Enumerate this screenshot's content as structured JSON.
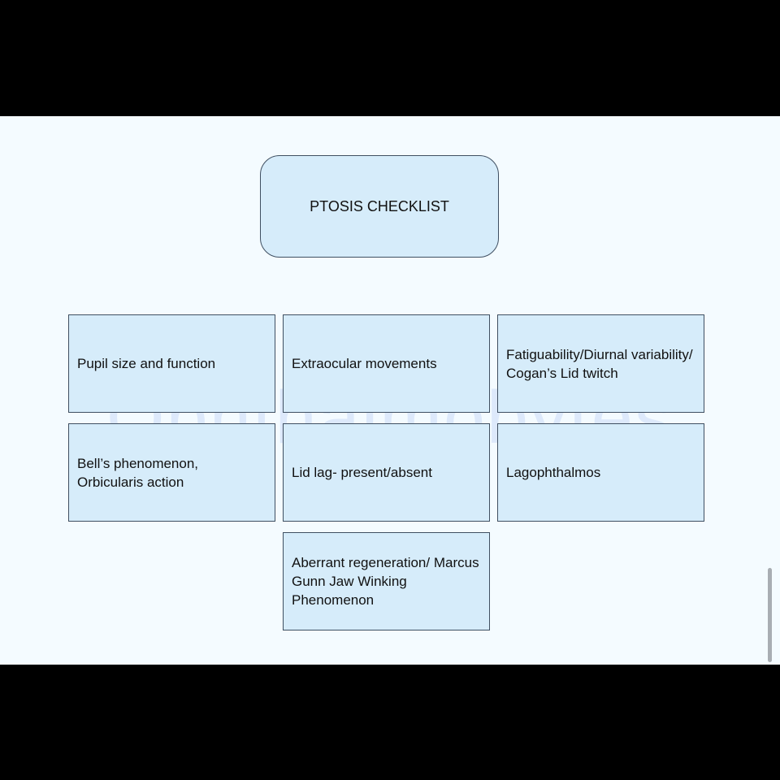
{
  "watermark": "Ophthalmobytes",
  "diagram": {
    "title": "PTOSIS CHECKLIST",
    "items": [
      "Pupil size and function",
      "Extraocular movements",
      "Fatiguability/Diurnal variability/ Cogan’s Lid twitch",
      "Bell’s phenomenon, Orbicularis action",
      "Lid lag- present/absent",
      "Lagophthalmos",
      "Aberrant regeneration/ Marcus Gunn Jaw Winking Phenomenon"
    ]
  },
  "colors": {
    "box_fill": "#d6ecfa",
    "box_border": "#3f4f61",
    "background": "#f4fbff",
    "letterbox": "#000000"
  }
}
